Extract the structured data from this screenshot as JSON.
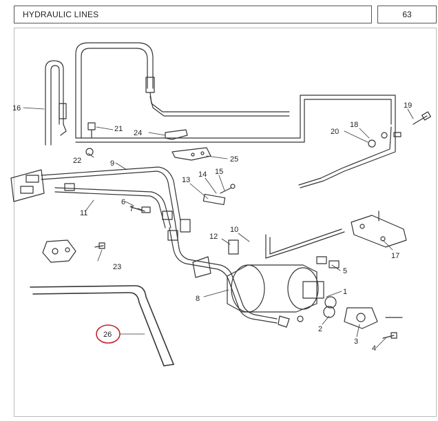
{
  "header": {
    "title": "HYDRAULIC LINES",
    "page_number": "63"
  },
  "callouts": [
    "1",
    "2",
    "3",
    "4",
    "5",
    "6",
    "7",
    "8",
    "9",
    "10",
    "11",
    "12",
    "13",
    "14",
    "15",
    "16",
    "17",
    "18",
    "19",
    "20",
    "21",
    "22",
    "23",
    "24",
    "25",
    "26"
  ],
  "highlight": {
    "callout": "26",
    "color": "#c0262d"
  },
  "line_color": "#333333"
}
